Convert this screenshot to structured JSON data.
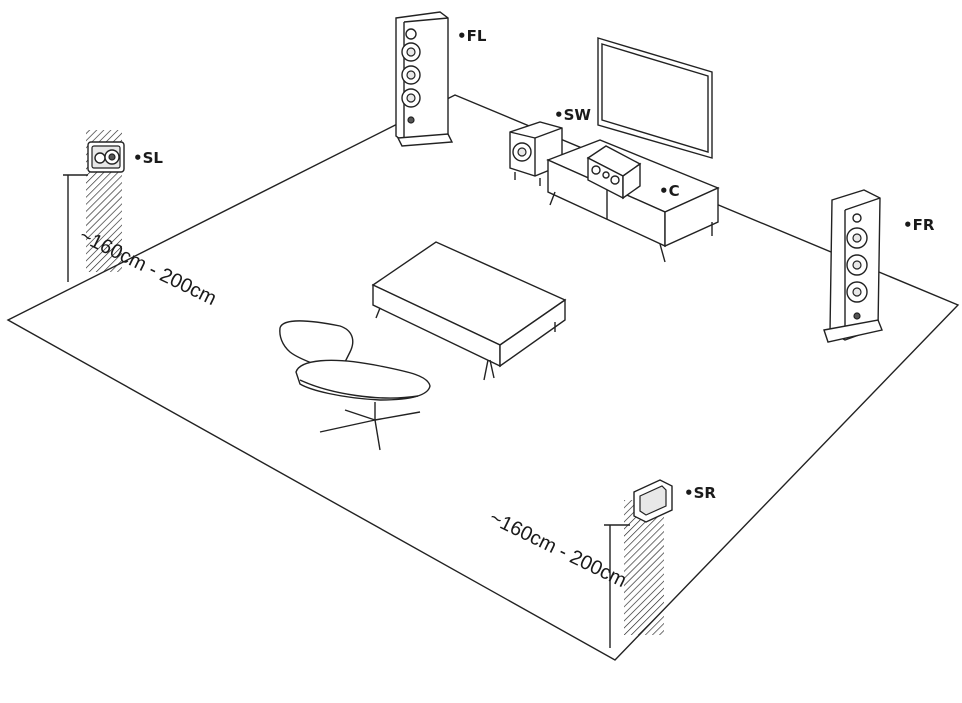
{
  "labels": {
    "fl": "•FL",
    "sw": "•SW",
    "sl": "•SL",
    "c": "•C",
    "fr": "•FR",
    "sr": "•SR"
  },
  "dimensions": {
    "left_height": "~160cm - 200cm",
    "right_height": "~160cm - 200cm"
  }
}
